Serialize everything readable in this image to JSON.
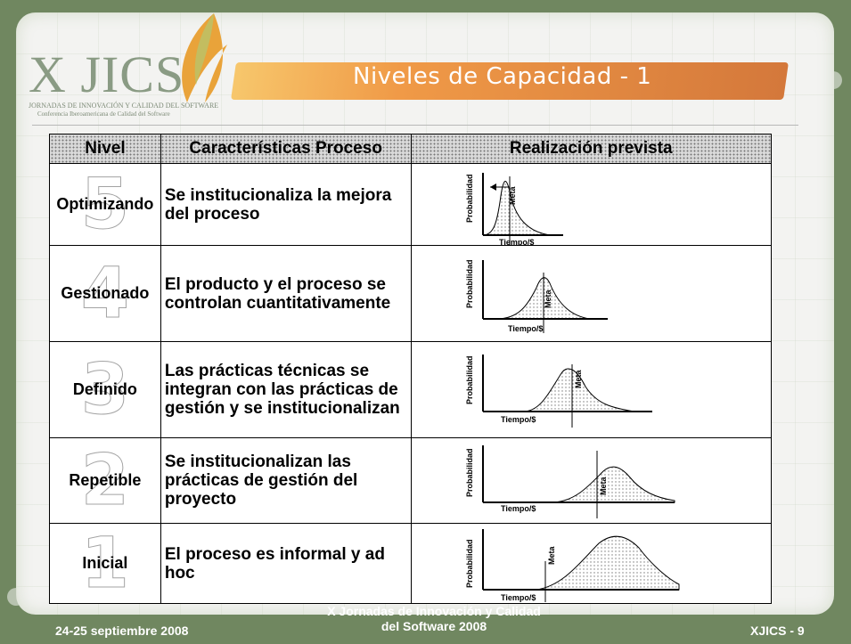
{
  "slide": {
    "title": "Niveles de Capacidad - 1",
    "logo": {
      "main": "X JICS",
      "sub1": "JORNADAS DE INNOVACIÓN Y CALIDAD DEL SOFTWARE",
      "sub2": "Conferencia Iberoamericana de Calidad del Software"
    },
    "table": {
      "headers": [
        "Nivel",
        "Características Proceso",
        "Realización prevista"
      ],
      "rows": [
        {
          "number": "5",
          "level": "Optimizando",
          "characteristics": "Se institucionaliza la mejora del proceso"
        },
        {
          "number": "4",
          "level": "Gestionado",
          "characteristics": "El producto y el proceso se controlan cuantitativamente"
        },
        {
          "number": "3",
          "level": "Definido",
          "characteristics": "Las prácticas técnicas se integran con las prácticas de gestión y se institucionalizan"
        },
        {
          "number": "2",
          "level": "Repetible",
          "characteristics": "Se institucionalizan las prácticas de gestión del proyecto"
        },
        {
          "number": "1",
          "level": "Inicial",
          "characteristics": "El proceso es informal y ad hoc"
        }
      ]
    },
    "chart_labels": {
      "y": "Probabilidad",
      "x": "Tiempo/$",
      "goal": "Meta"
    },
    "footer": {
      "date": "24-25 septiembre 2008",
      "center_line1": "X Jornadas de Innovación y Calidad",
      "center_line2": "del Software 2008",
      "page": "XJICS - 9"
    }
  }
}
